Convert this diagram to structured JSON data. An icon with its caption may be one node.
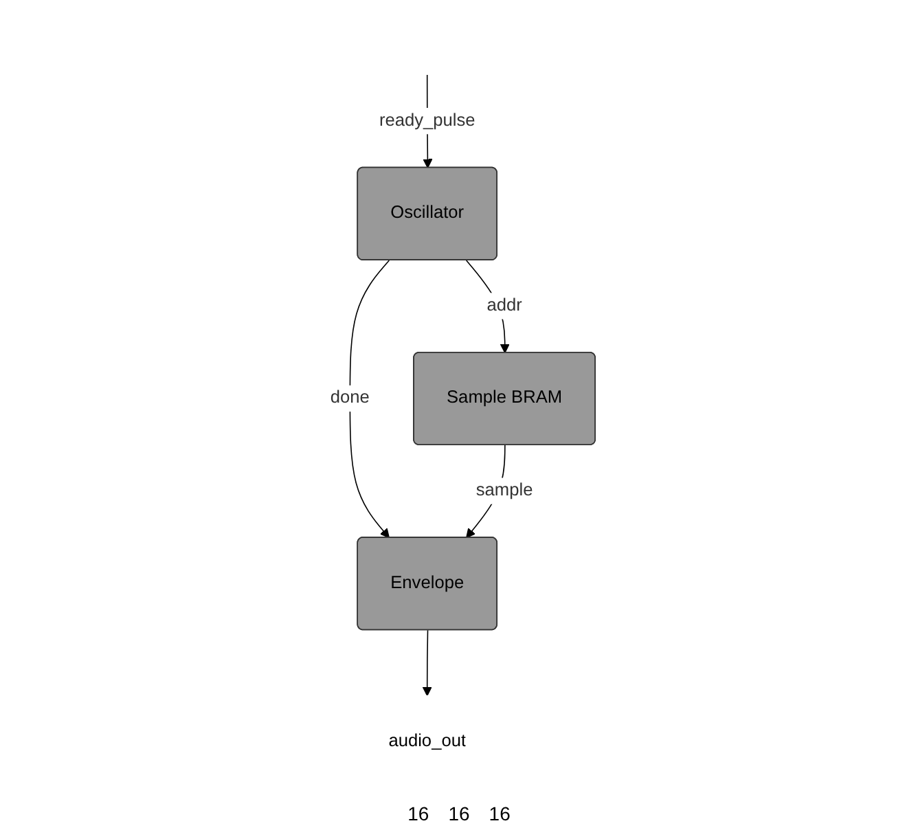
{
  "diagram": {
    "nodes": [
      {
        "text": [
          "Sample BRAM"
        ]
      },
      {
        "text": [
          "Oscillator"
        ]
      },
      {
        "text": [
          "Envelope"
        ]
      },
      {
        "text": [
          "audio_out"
        ]
      }
    ],
    "edges": [
      {
        "from": null,
        "to": 1,
        "arrow": "to",
        "label": "ready_pulse"
      },
      {
        "from": 1,
        "to": 0,
        "arrow": "to",
        "label": "addr"
      },
      {
        "from": 1,
        "to": 2,
        "arrow": "to",
        "label": "done"
      },
      {
        "from": 0,
        "to": 2,
        "arrow": "to",
        "label": "sample"
      },
      {
        "from": 2,
        "to": 3,
        "arrow": "to"
      }
    ],
    "labels": [
      "16",
      "16",
      "16"
    ]
  }
}
